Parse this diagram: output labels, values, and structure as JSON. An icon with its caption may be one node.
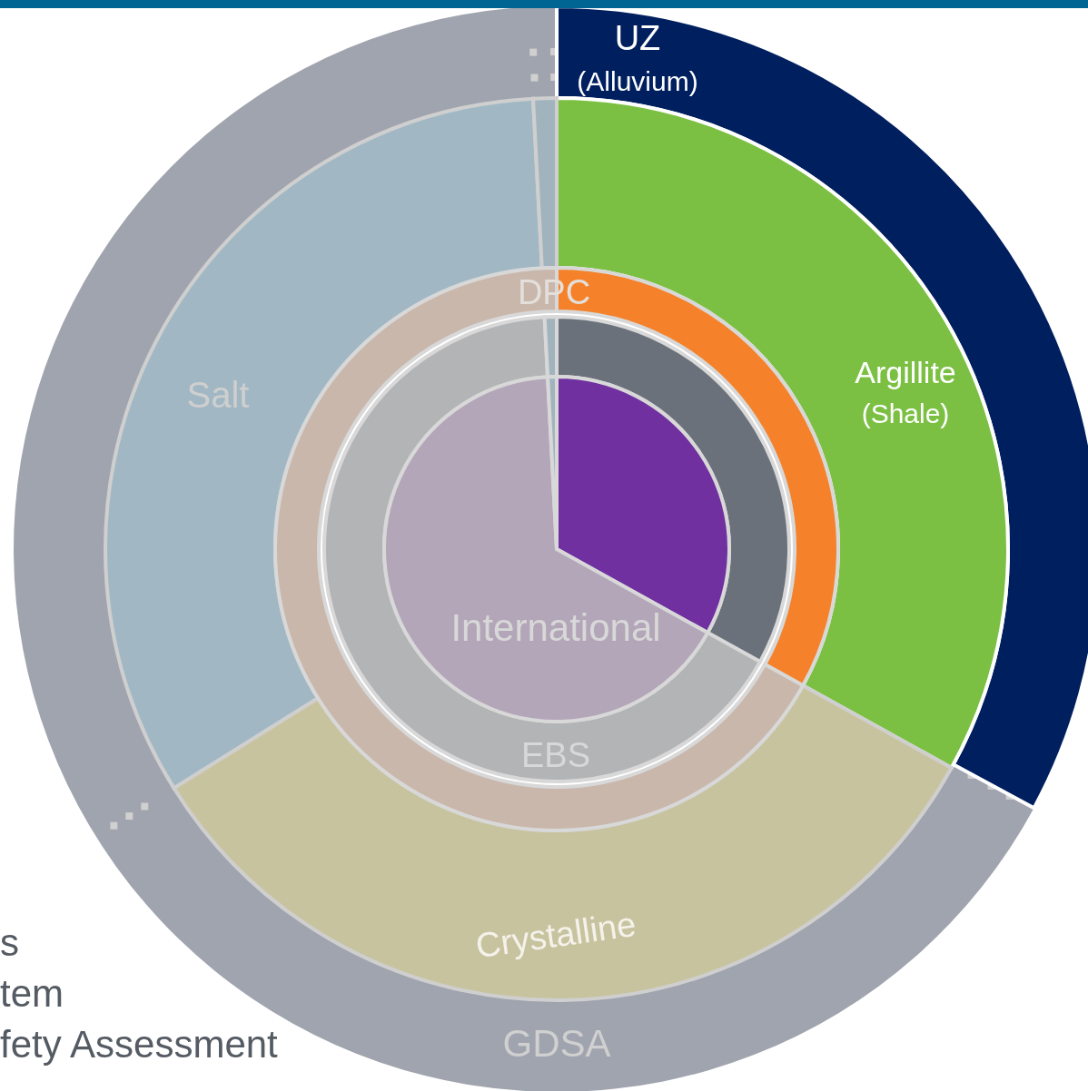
{
  "diagram": {
    "nodes": [
      {
        "text": [
          "GDSA"
        ]
      },
      {
        "text": [
          "UZ",
          "(Alluvium)"
        ]
      },
      {
        "text": [
          "Argillite",
          "(Shale)"
        ]
      },
      {
        "text": [
          "Salt"
        ]
      },
      {
        "text": [
          "Crystalline"
        ]
      },
      {
        "text": [
          "DPC"
        ]
      },
      {
        "text": [
          "EBS"
        ]
      },
      {
        "text": [
          "International"
        ]
      }
    ],
    "labels": [
      "s",
      "tem",
      "fety Assessment"
    ]
  }
}
